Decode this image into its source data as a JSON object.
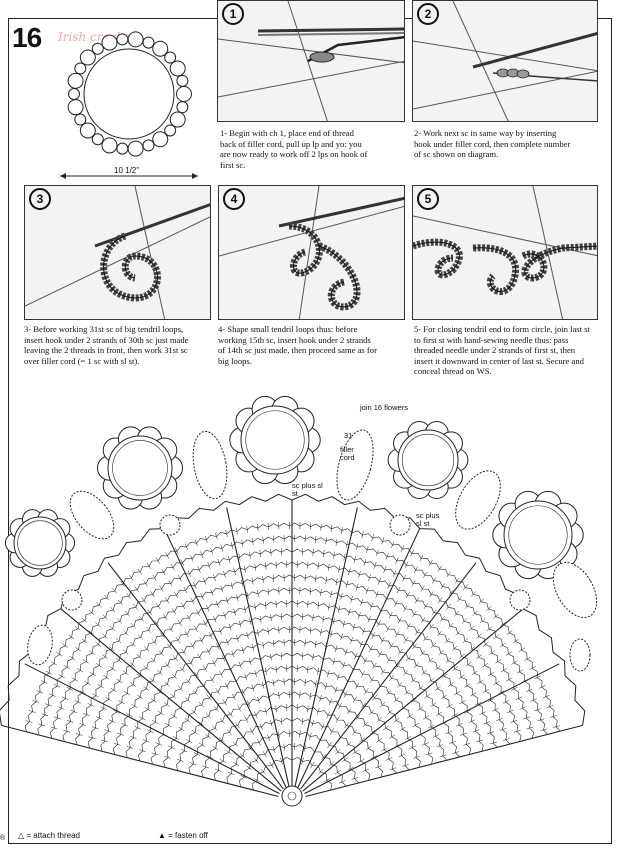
{
  "pattern_number": "16",
  "watermark": "Irish crochet",
  "dimension": "10 1/2\"",
  "steps": [
    {
      "number": "1",
      "text": "1- Begin with ch 1, place end of thread back of filler cord, pull up lp and yo: you are now ready to work off 2 lps on hook of first sc."
    },
    {
      "number": "2",
      "text": "2- Work next sc in same way by inserting hook under filler cord, then complete number of sc shown on diagram."
    },
    {
      "number": "3",
      "text": "3- Before working 31st sc of big tendril loops, insert hook under 2 strands of 30th sc just made leaving the 2 threads in front, then work 31st sc over filler cord (= 1 sc with sl st)."
    },
    {
      "number": "4",
      "text": "4- Shape small tendril loops thus: before working 15th sc, insert hook under 2 strands of 14th sc just made, then proceed same as for big loops."
    },
    {
      "number": "5",
      "text": "5- For closing tendril end to form circle, join last st to first st with hand-sewing needle thus: pass threaded needle under 2 strands of first st, then insert it downward in center of last st. Secure and conceal thread on WS."
    }
  ],
  "diagram_labels": {
    "join": "join 16 flowers",
    "count": "31",
    "filler_cord": "filler cord",
    "sc_plus_sl_st": "sc plus sl st",
    "sc_plus_sl_st_2": "sc plus sl st"
  },
  "legend": {
    "attach_symbol": "△",
    "attach_text": "= attach thread",
    "fasten_symbol": "▲",
    "fasten_text": "= fasten off"
  },
  "corner_mark": "®"
}
